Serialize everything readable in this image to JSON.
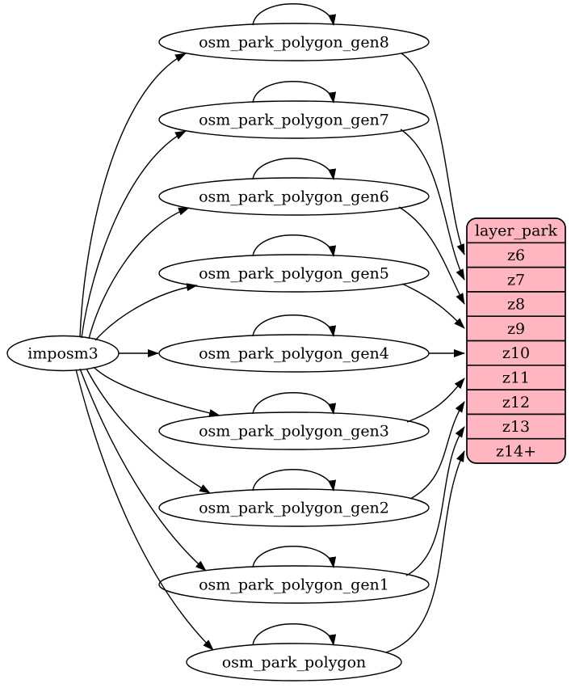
{
  "diagram": {
    "background_color": "#ffffff",
    "edge_color": "#000000",
    "node_fill": "#ffffff",
    "node_border": "#000000",
    "source_node": {
      "label": "imposm3"
    },
    "generalized_tables": [
      {
        "label": "osm_park_polygon_gen8",
        "target_row": "z6"
      },
      {
        "label": "osm_park_polygon_gen7",
        "target_row": "z7"
      },
      {
        "label": "osm_park_polygon_gen6",
        "target_row": "z8"
      },
      {
        "label": "osm_park_polygon_gen5",
        "target_row": "z9"
      },
      {
        "label": "osm_park_polygon_gen4",
        "target_row": "z10"
      },
      {
        "label": "osm_park_polygon_gen3",
        "target_row": "z11"
      },
      {
        "label": "osm_park_polygon_gen2",
        "target_row": "z12"
      },
      {
        "label": "osm_park_polygon_gen1",
        "target_row": "z13"
      },
      {
        "label": "osm_park_polygon",
        "target_row": "z14+"
      }
    ],
    "layer_table": {
      "title": "layer_park",
      "rows": [
        "z6",
        "z7",
        "z8",
        "z9",
        "z10",
        "z11",
        "z12",
        "z13",
        "z14+"
      ],
      "fill_color": "#FFB6C1",
      "border_color": "#000000"
    }
  }
}
